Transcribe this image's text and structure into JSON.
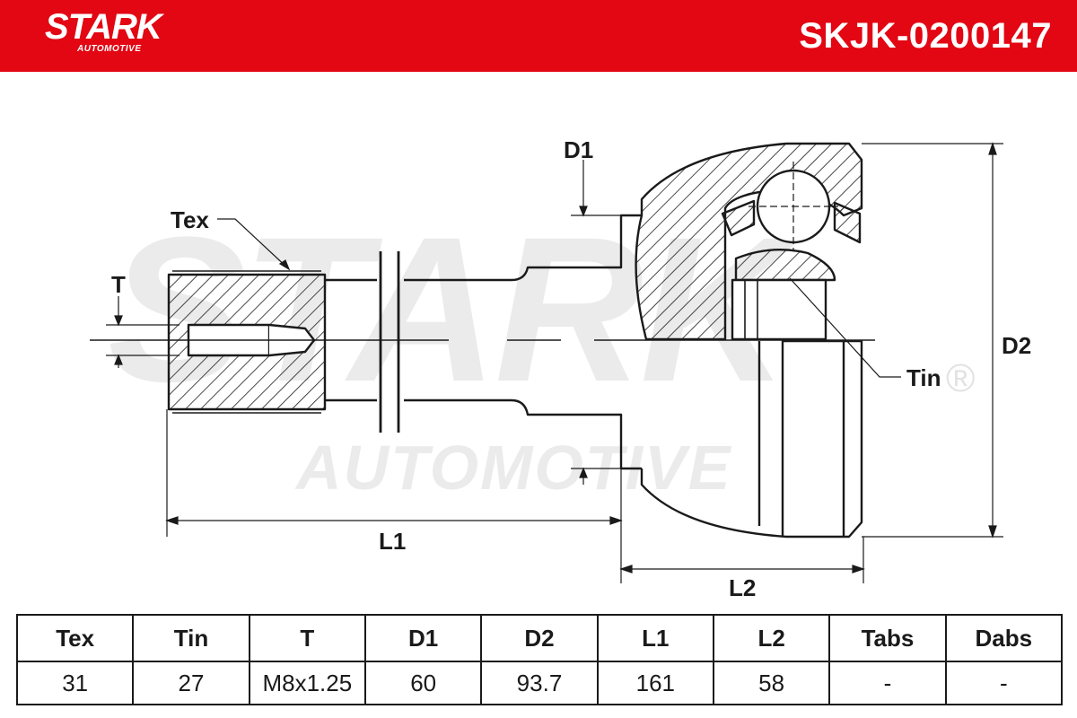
{
  "header": {
    "brand": "STARK",
    "brand_sub": "AUTOMOTIVE",
    "part_number": "SKJK-0200147",
    "background_color": "#e30613"
  },
  "watermark": {
    "main": "STARK",
    "sub": "AUTOMOTIVE",
    "registered": "®"
  },
  "drawing": {
    "labels": {
      "tex": "Tex",
      "t": "T",
      "d1": "D1",
      "d2": "D2",
      "tin": "Tin",
      "l1": "L1",
      "l2": "L2"
    }
  },
  "spec_table": {
    "headers": [
      "Tex",
      "Tin",
      "T",
      "D1",
      "D2",
      "L1",
      "L2",
      "Tabs",
      "Dabs"
    ],
    "values": [
      "31",
      "27",
      "M8x1.25",
      "60",
      "93.7",
      "161",
      "58",
      "-",
      "-"
    ]
  }
}
